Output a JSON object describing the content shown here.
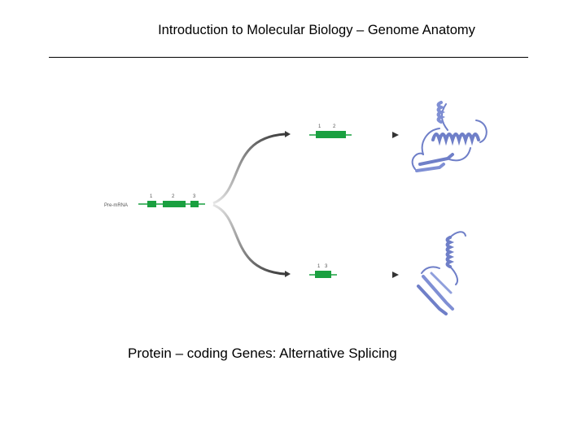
{
  "slide": {
    "title": "Introduction to Molecular Biology – Genome Anatomy",
    "caption": "Protein – coding Genes: Alternative Splicing"
  },
  "diagram": {
    "pre_mrna_label": "Pre-mRNA",
    "pre_mrna_exons": [
      "1",
      "2",
      "3"
    ],
    "mrna_top_exons": [
      "1",
      "2"
    ],
    "mrna_bottom_exons": [
      "1",
      "3"
    ],
    "colors": {
      "exon": "#1aa040",
      "protein": "#6f7fc8",
      "arrow": "#444444"
    }
  }
}
